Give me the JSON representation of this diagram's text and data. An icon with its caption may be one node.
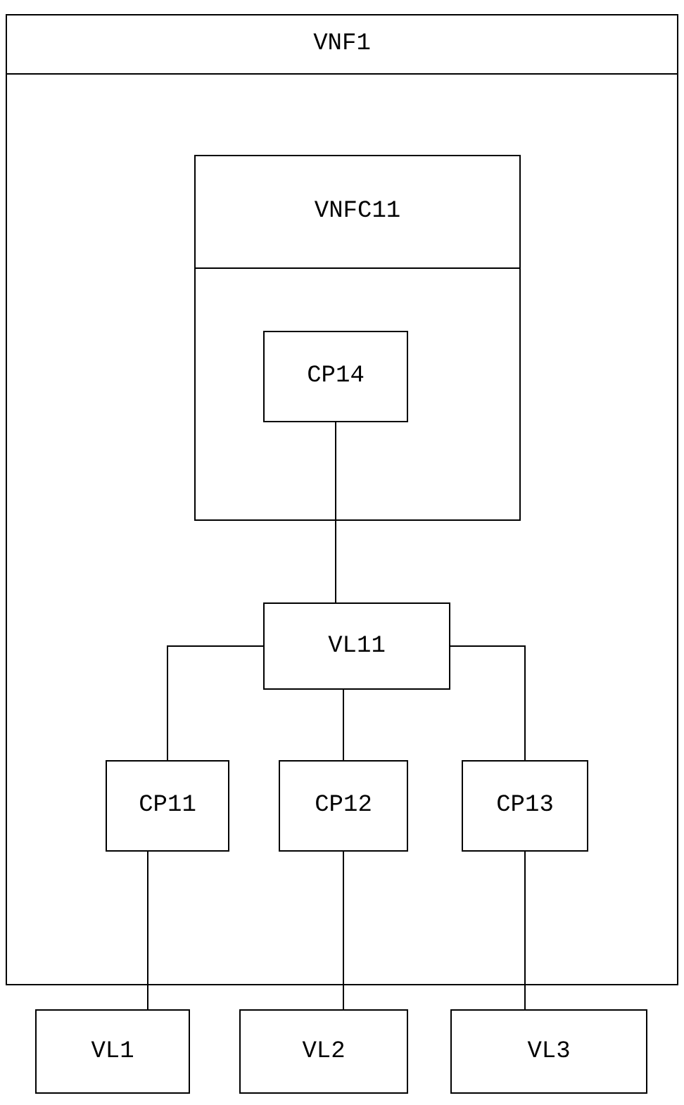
{
  "diagram": {
    "nodes": [
      {
        "text": [
          "VNF1"
        ]
      },
      {
        "text": [
          "VNFC11"
        ],
        "in": 0
      },
      {
        "text": [
          "CP14"
        ],
        "in": 1
      },
      {
        "text": [
          "VL11"
        ],
        "in": 0
      },
      {
        "text": [
          "CP11"
        ],
        "in": 0
      },
      {
        "text": [
          "CP12"
        ],
        "in": 0
      },
      {
        "text": [
          "CP13"
        ],
        "in": 0
      },
      {
        "text": [
          "VL1"
        ]
      },
      {
        "text": [
          "VL2"
        ]
      },
      {
        "text": [
          "VL3"
        ]
      }
    ],
    "edges": [
      {
        "from": 2,
        "to": 3,
        "arrow": "none"
      },
      {
        "from": 3,
        "to": 4,
        "arrow": "none"
      },
      {
        "from": 3,
        "to": 5,
        "arrow": "none"
      },
      {
        "from": 3,
        "to": 6,
        "arrow": "none"
      },
      {
        "from": 4,
        "to": 7,
        "arrow": "none"
      },
      {
        "from": 5,
        "to": 8,
        "arrow": "none"
      },
      {
        "from": 6,
        "to": 9,
        "arrow": "none"
      }
    ]
  }
}
